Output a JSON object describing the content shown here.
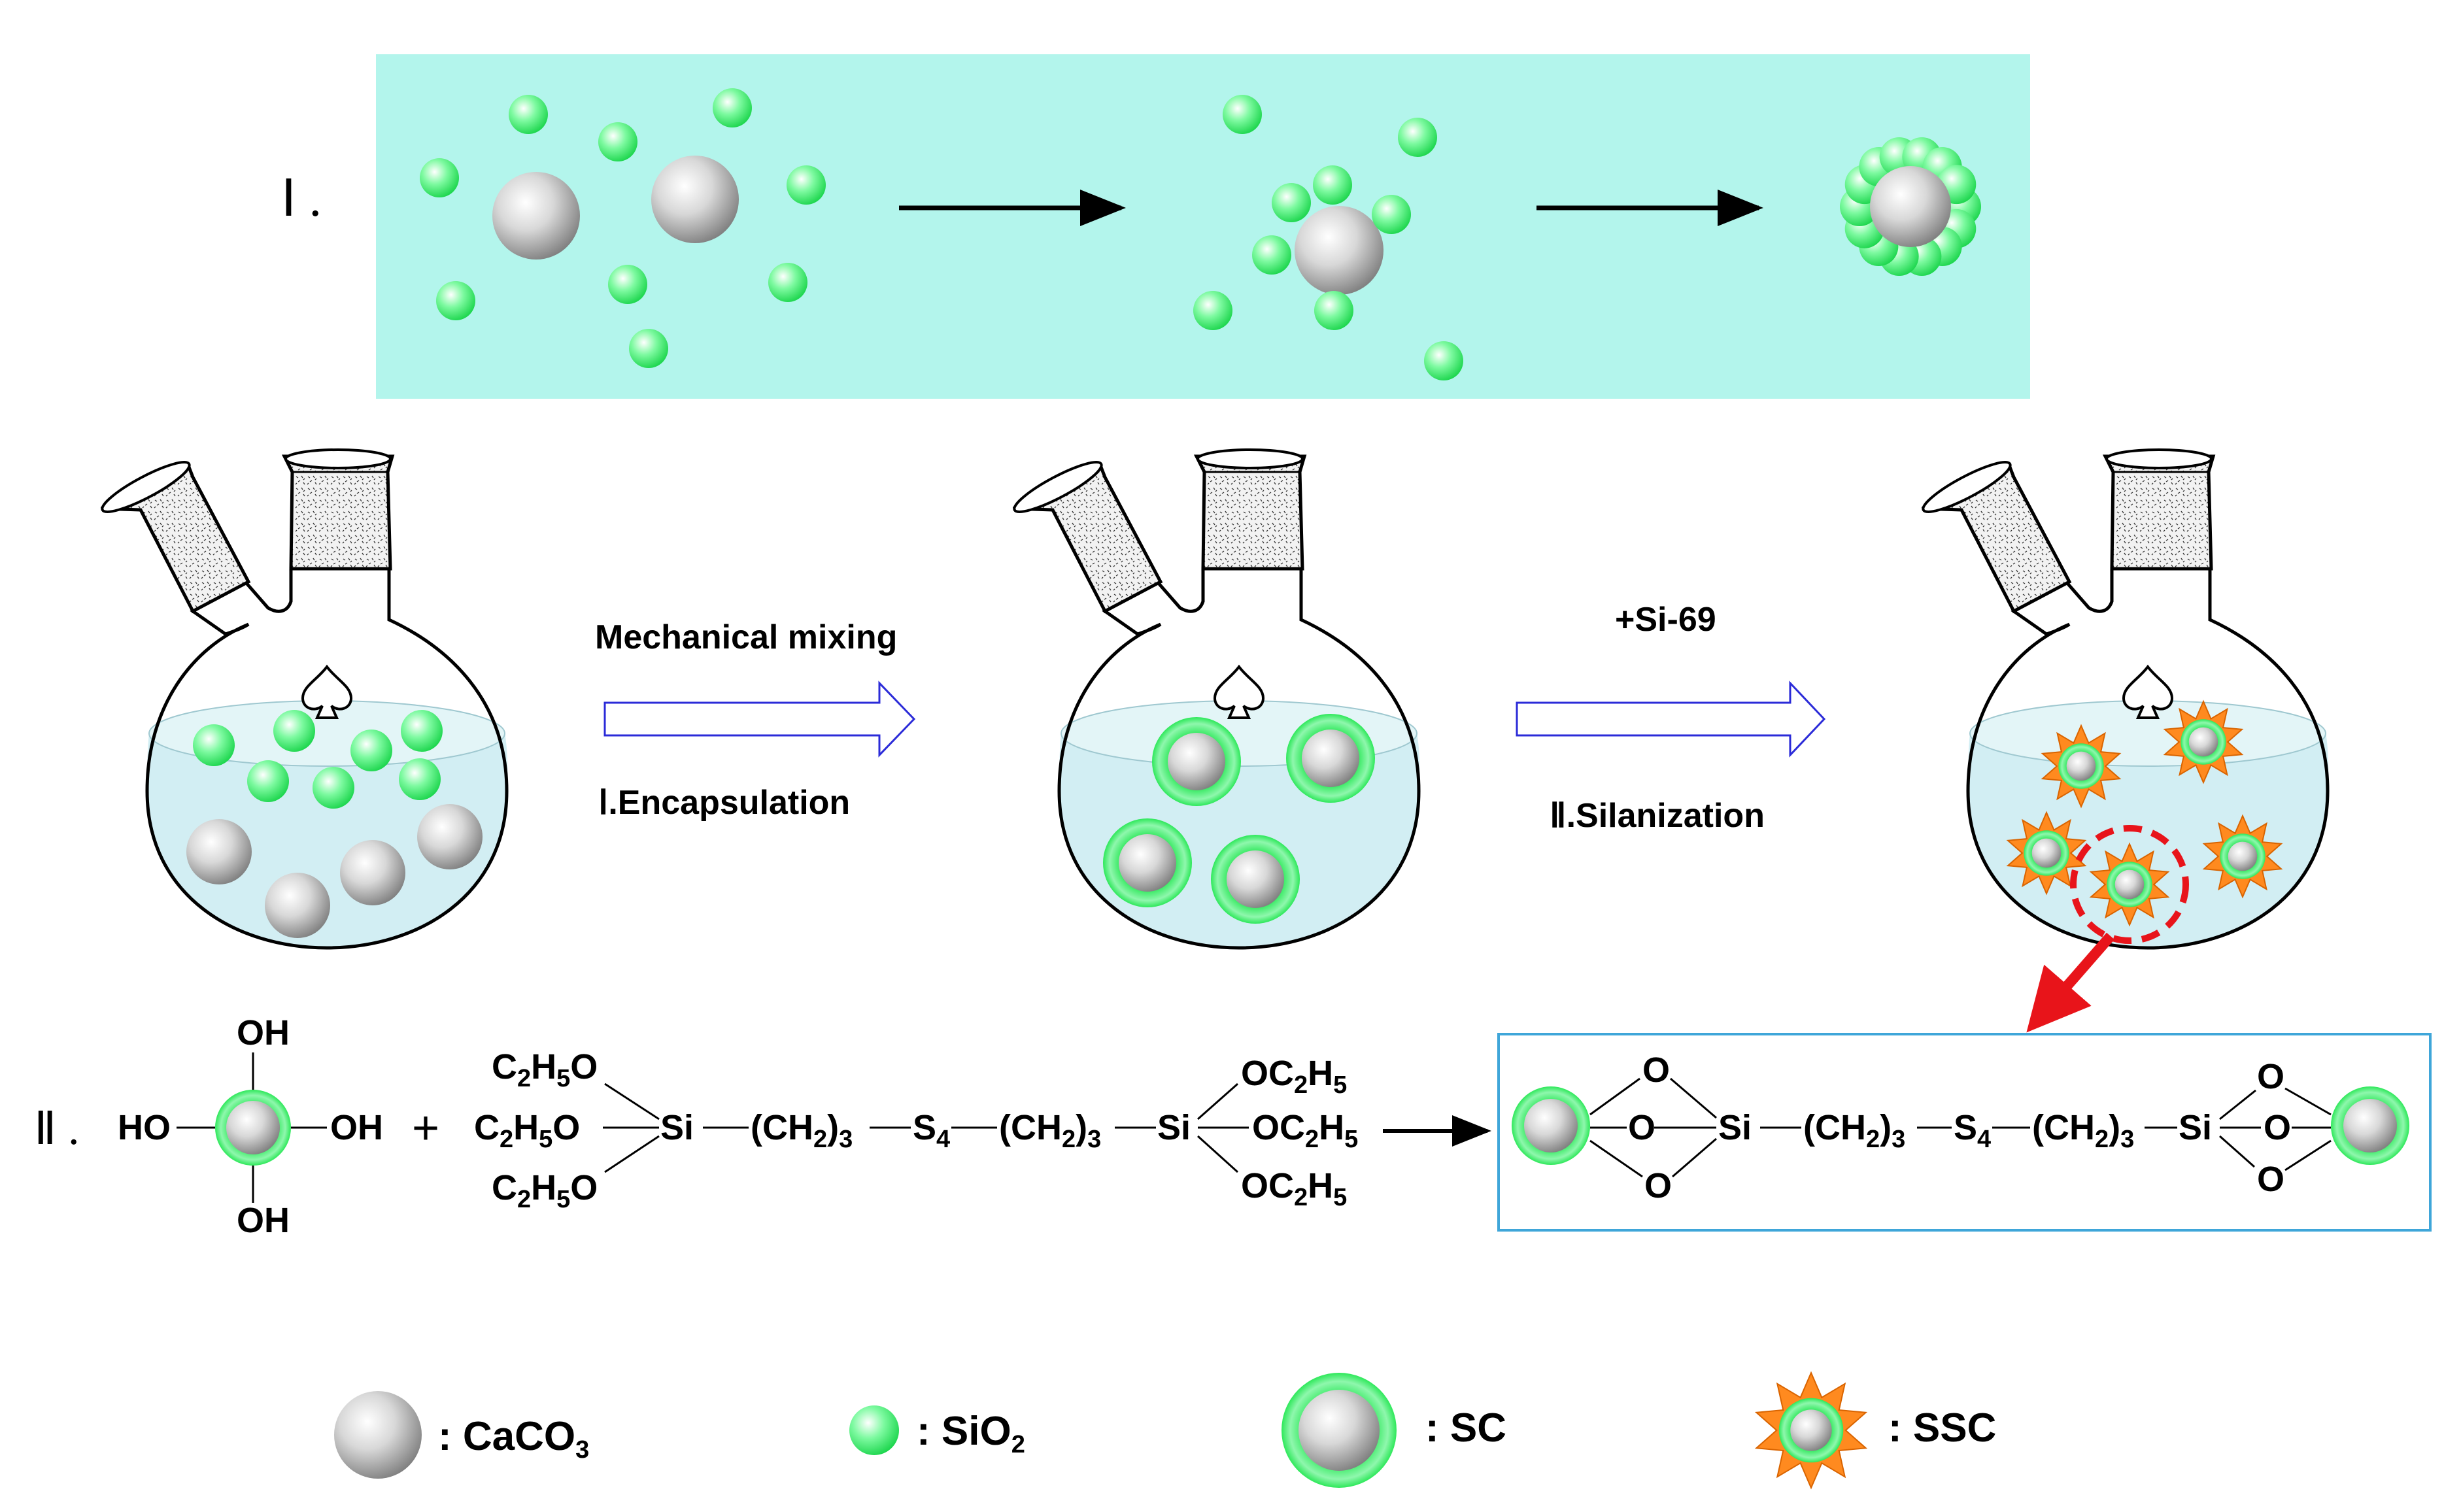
{
  "stage1": {
    "label": "Ⅰ ."
  },
  "process": {
    "step1_top": "Mechanical mixing",
    "step1_bottom": "Ⅰ.Encapsulation",
    "step2_top": "+Si-69",
    "step2_bottom": "Ⅱ.Silanization"
  },
  "stage2": {
    "label": "Ⅱ .",
    "hydroxyl": "OH",
    "ho": "HO",
    "plus": "+",
    "ethoxy_left": "C2H5O",
    "ethoxy_right": "OC2H5",
    "si": "Si",
    "ch2": "(CH2)3",
    "s4": "S4",
    "oxygen": "O"
  },
  "legend": {
    "caco3": ": CaCO3",
    "sio2": ": SiO2",
    "sc": ": SC",
    "ssc": ": SSC"
  },
  "colors": {
    "panel_bg": "#b3f5ec",
    "sio2_green": "#2ee85a",
    "caco3_gray": "#9e9e9e",
    "liquid": "#d2eef3",
    "ssc_orange": "#ff8a1f",
    "highlight_red": "#e8141a",
    "arrow_blue": "#2b2bd8",
    "product_border": "#3fa6d9"
  }
}
